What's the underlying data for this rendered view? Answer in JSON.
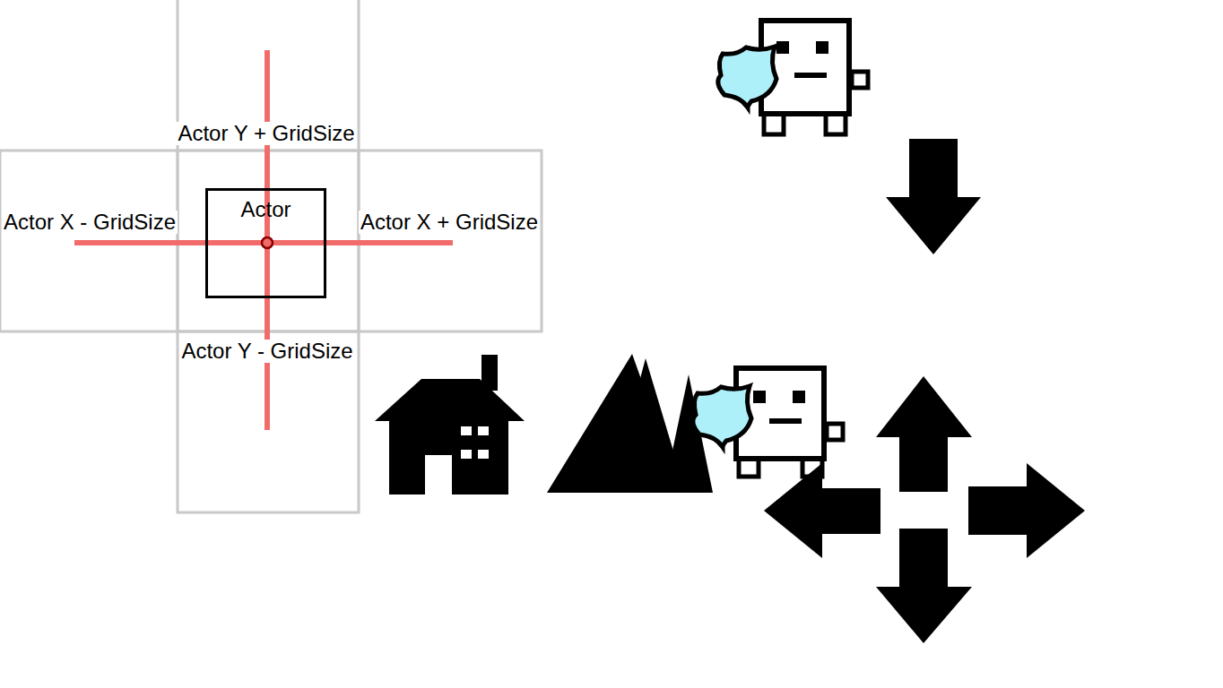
{
  "diagram": {
    "nodes": [
      {
        "text": [
          "Actor"
        ]
      }
    ],
    "labels": [
      "Actor Y + GridSize",
      "Actor X - GridSize",
      "Actor X + GridSize",
      "Actor Y - GridSize"
    ]
  }
}
